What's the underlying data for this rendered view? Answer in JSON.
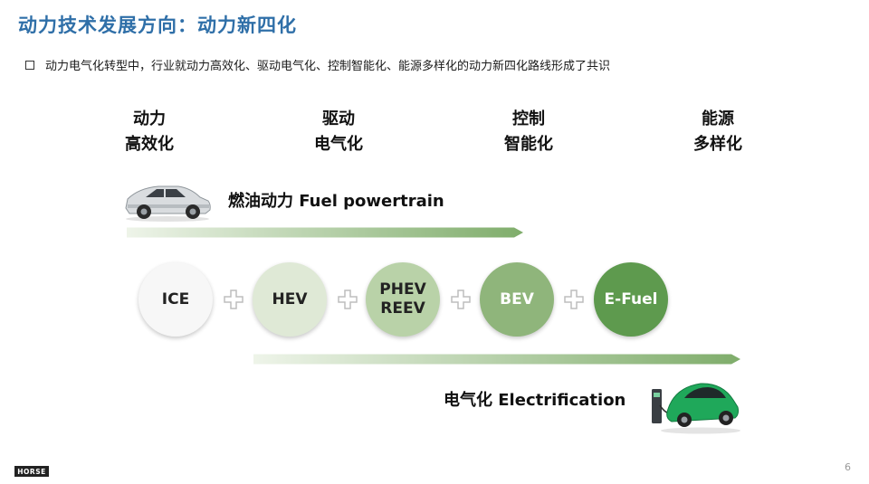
{
  "slide": {
    "title": "动力技术发展方向：动力新四化",
    "bullet": "动力电气化转型中，行业就动力高效化、驱动电气化、控制智能化、能源多样化的动力新四化路线形成了共识",
    "page_number": "6",
    "logo_text": "HORSE"
  },
  "directions": [
    {
      "line1": "动力",
      "line2": "高效化"
    },
    {
      "line1": "驱动",
      "line2": "电气化"
    },
    {
      "line1": "控制",
      "line2": "智能化"
    },
    {
      "line1": "能源",
      "line2": "多样化"
    }
  ],
  "fuel_line": {
    "label": "燃油动力 Fuel powertrain"
  },
  "electric_line": {
    "label": "电气化 Electrification"
  },
  "powertrains": [
    {
      "line1": "ICE",
      "line2": "",
      "color": "#f7f7f7",
      "text_color": "#222222"
    },
    {
      "line1": "HEV",
      "line2": "",
      "color": "#dfe9d6",
      "text_color": "#222222"
    },
    {
      "line1": "PHEV",
      "line2": "REEV",
      "color": "#b9d2a8",
      "text_color": "#222222"
    },
    {
      "line1": "BEV",
      "line2": "",
      "color": "#8fb57b",
      "text_color": "#ffffff"
    },
    {
      "line1": "E-Fuel",
      "line2": "",
      "color": "#5e9a4e",
      "text_color": "#ffffff"
    }
  ],
  "colors": {
    "title": "#2f6fa8",
    "arrow_start": "#f0f5ec",
    "arrow_end": "#7fad6b",
    "plus_fill": "#ffffff",
    "plus_stroke": "#bdbdbd",
    "ev_car": "#1fa85a"
  }
}
